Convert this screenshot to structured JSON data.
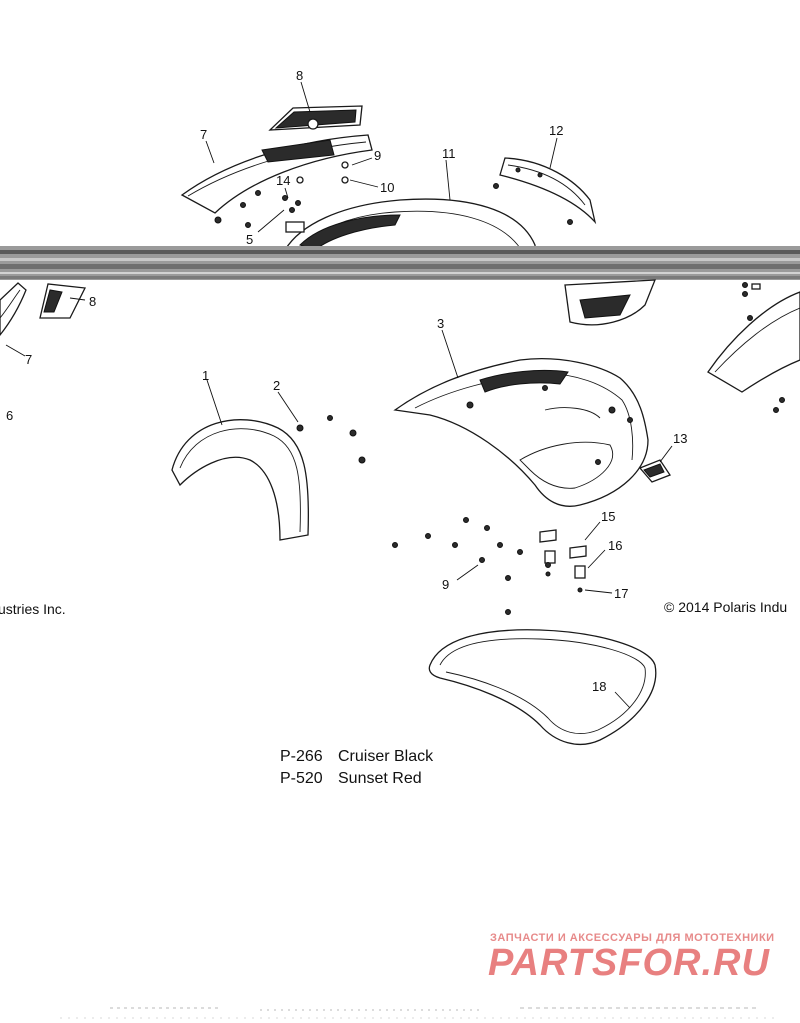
{
  "callouts": {
    "c1": "1",
    "c2": "2",
    "c3": "3",
    "c5": "5",
    "c6": "6",
    "c7a": "7",
    "c7b": "7",
    "c8a": "8",
    "c8b": "8",
    "c9a": "9",
    "c9b": "9",
    "c10": "10",
    "c11": "11",
    "c12": "12",
    "c13": "13",
    "c14": "14",
    "c15": "15",
    "c16": "16",
    "c17": "17",
    "c18": "18"
  },
  "legend": {
    "code1": "P-266",
    "name1": "Cruiser Black",
    "code2": "P-520",
    "name2": "Sunset Red"
  },
  "copyright": {
    "left": "ustries Inc.",
    "right": "© 2014 Polaris Indu"
  },
  "watermark": {
    "tagline": "ЗАПЧАСТИ И АКСЕССУАРЫ ДЛЯ МОТОТЕХНИКИ",
    "logo": "PARTSFOR.RU"
  }
}
